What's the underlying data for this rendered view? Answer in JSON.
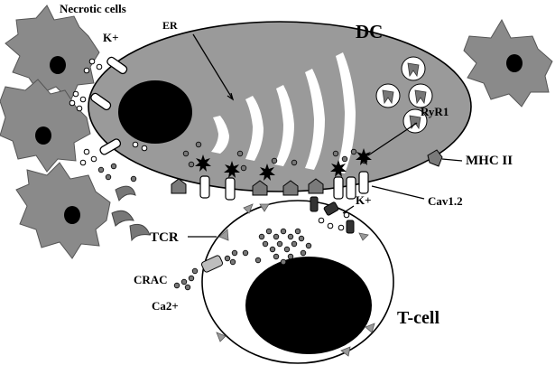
{
  "labels": {
    "necrotic_cells": "Necrotic cells",
    "k_left": "K+",
    "er": "ER",
    "dc": "DC",
    "ryr1": "RyR1",
    "mhc_ii": "MHC II",
    "cav": "Cav1.2",
    "k_right": "K+",
    "tcr": "TCR",
    "crac": "CRAC",
    "ca": "Ca2+",
    "tcell": "T-cell"
  },
  "colors": {
    "dc_body": "#9a9a9a",
    "necrotic_cell": "#8a8a8a",
    "nucleus": "#000000",
    "er": "#ffffff",
    "background": "#ffffff"
  }
}
